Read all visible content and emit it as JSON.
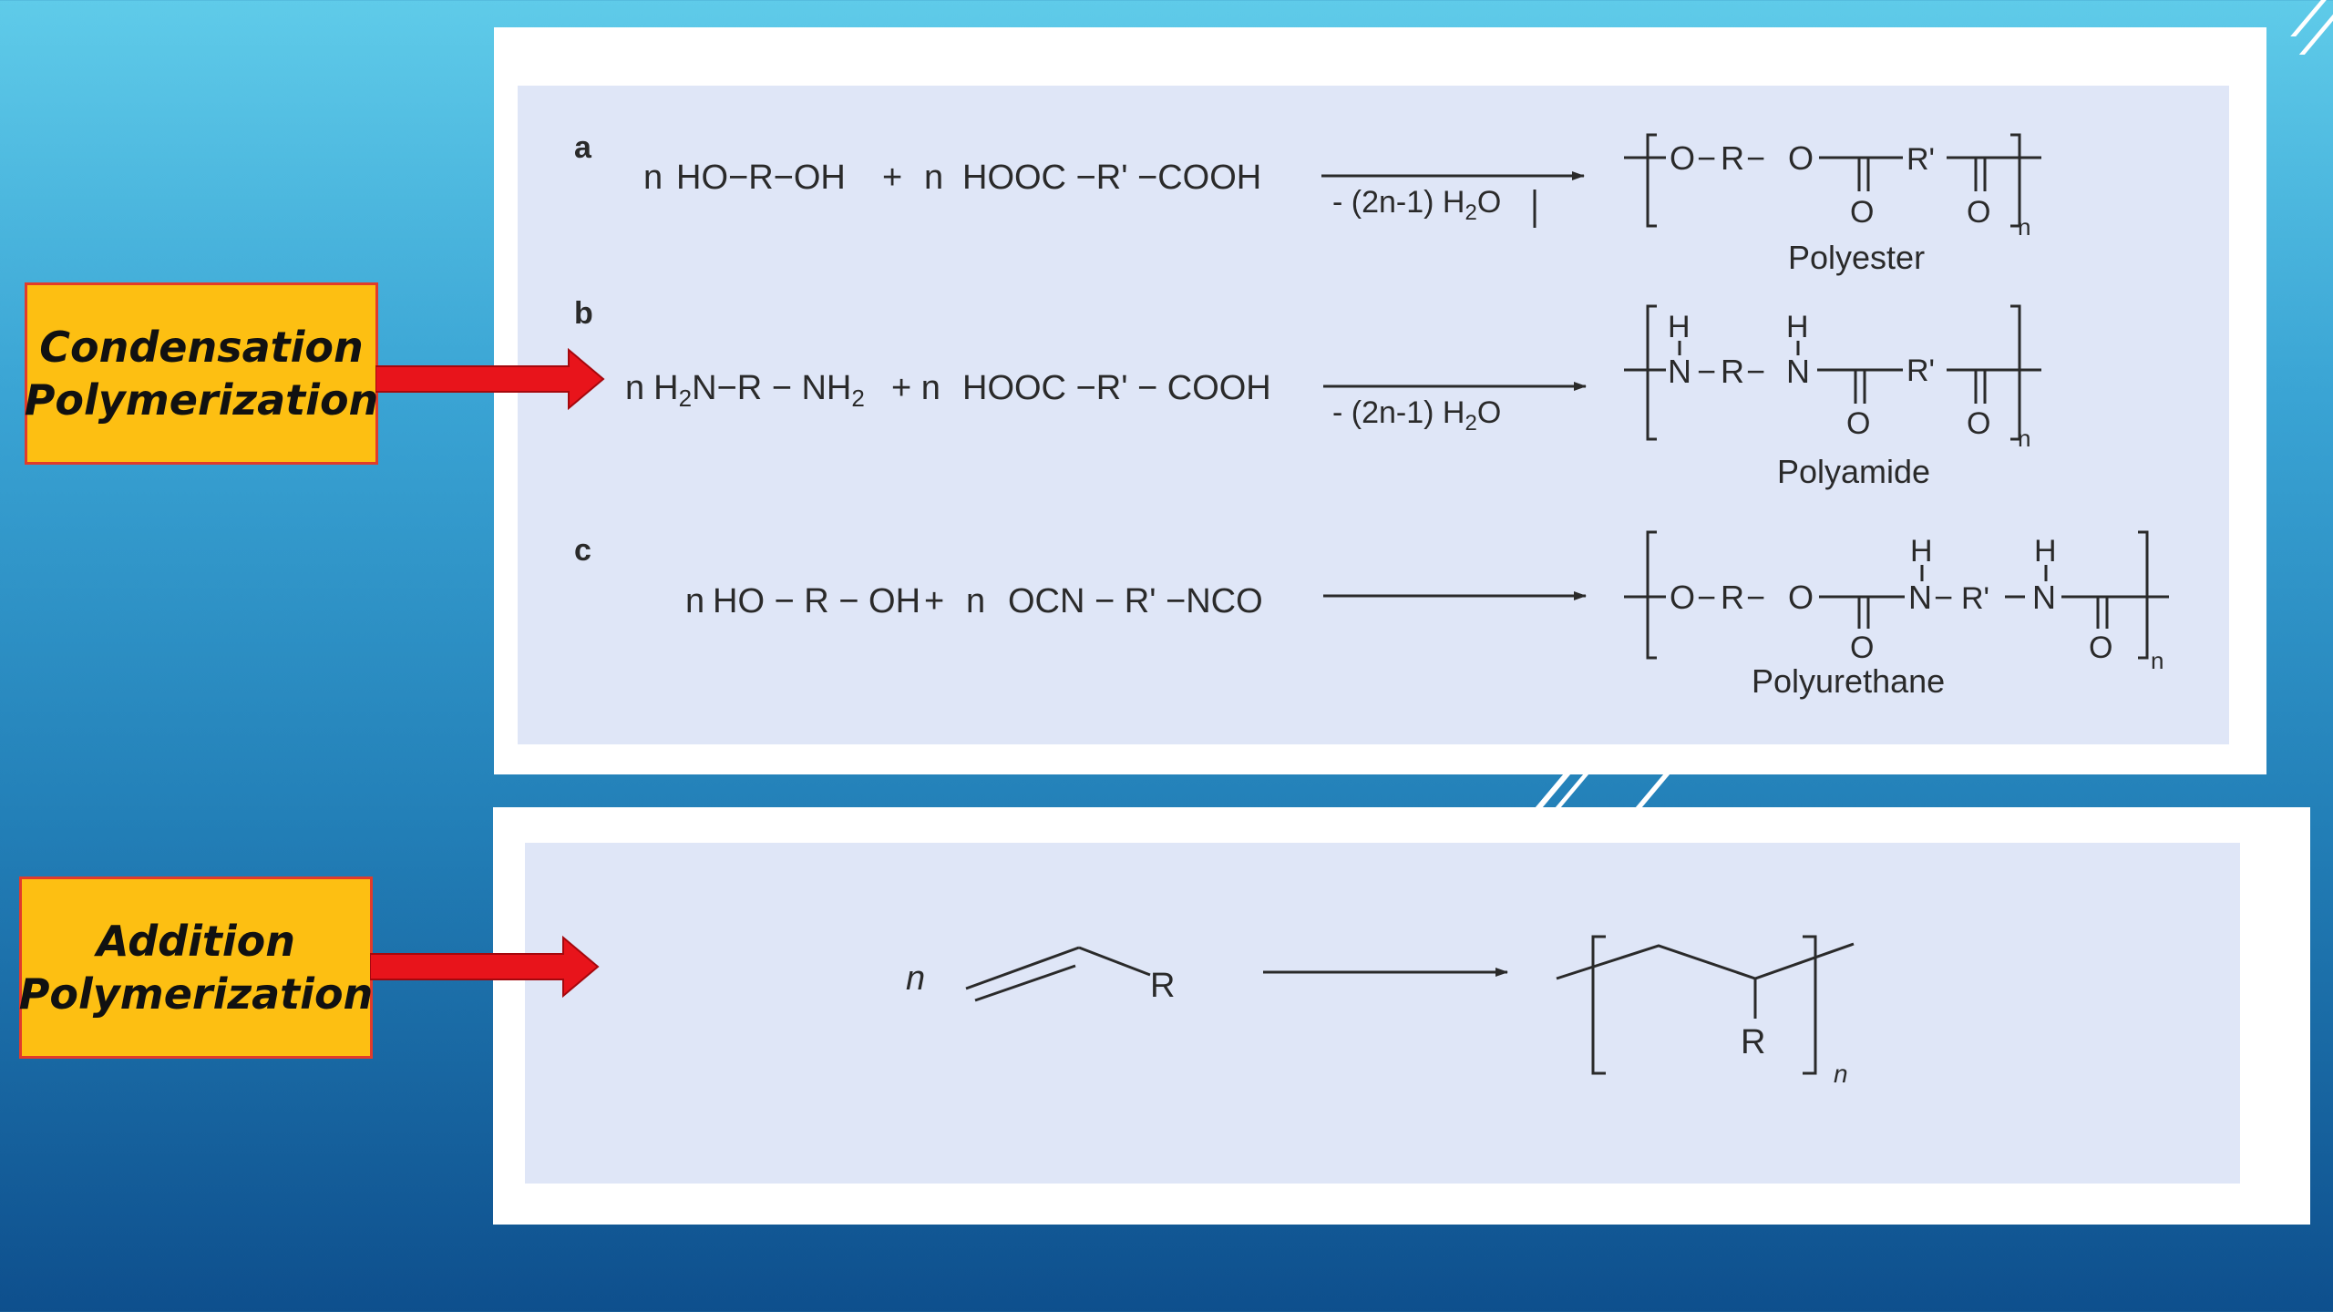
{
  "labels": {
    "condensation": "Condensation\nPolymerization",
    "addition": "Addition\nPolymerization"
  },
  "reactions": {
    "a": {
      "letter": "a",
      "eq_n1": "n",
      "eq_reactant1": "HO−R−OH",
      "eq_plus": "+",
      "eq_n2": "n",
      "eq_reactant2": "HOOC −R' −COOH",
      "condition": "- (2n-1) H",
      "condition_sub": "2",
      "condition_end": "O",
      "product": {
        "o1": "O",
        "r": "R",
        "o2": "O",
        "rp": "R'",
        "c1": "O",
        "c2": "O",
        "n": "n",
        "dash1": "−",
        "dash2": "−"
      },
      "product_name": "Polyester"
    },
    "b": {
      "letter": "b",
      "eq_n1": "n",
      "eq_h2n": "H",
      "eq_h2n_sub": "2",
      "eq_h2n_end": "N−R − NH",
      "eq_nh2_sub": "2",
      "eq_plus": "+ n",
      "eq_reactant2": "HOOC −R' − COOH",
      "condition": "- (2n-1) H",
      "condition_sub": "2",
      "condition_end": "O",
      "product": {
        "h1": "H",
        "h2": "H",
        "n1": "N",
        "r": "R",
        "n2": "N",
        "rp": "R'",
        "c1": "O",
        "c2": "O",
        "n": "n",
        "dash1": "−",
        "dash2": "−"
      },
      "product_name": "Polyamide"
    },
    "c": {
      "letter": "c",
      "eq_n1": "n",
      "eq_reactant1": "HO − R − OH",
      "eq_plus": "+",
      "eq_n2": "n",
      "eq_reactant2": "OCN − R' −NCO",
      "product": {
        "o1": "O",
        "r": "R",
        "o2": "O",
        "h1": "H",
        "n1": "N",
        "rp": "R'",
        "h2": "H",
        "n2": "N",
        "c1": "O",
        "c2": "O",
        "n": "n",
        "dash1": "−",
        "dash2": "−",
        "dash3": "−"
      },
      "product_name": "Polyurethane"
    }
  },
  "addition": {
    "n": "n",
    "r_monomer": "R",
    "r_polymer": "R",
    "n_sub": "n"
  },
  "colors": {
    "label_fill": "#fdbf12",
    "label_border": "#e23b2a",
    "arrow_red": "#e8141b",
    "inner_panel": "#dfe6f7"
  }
}
